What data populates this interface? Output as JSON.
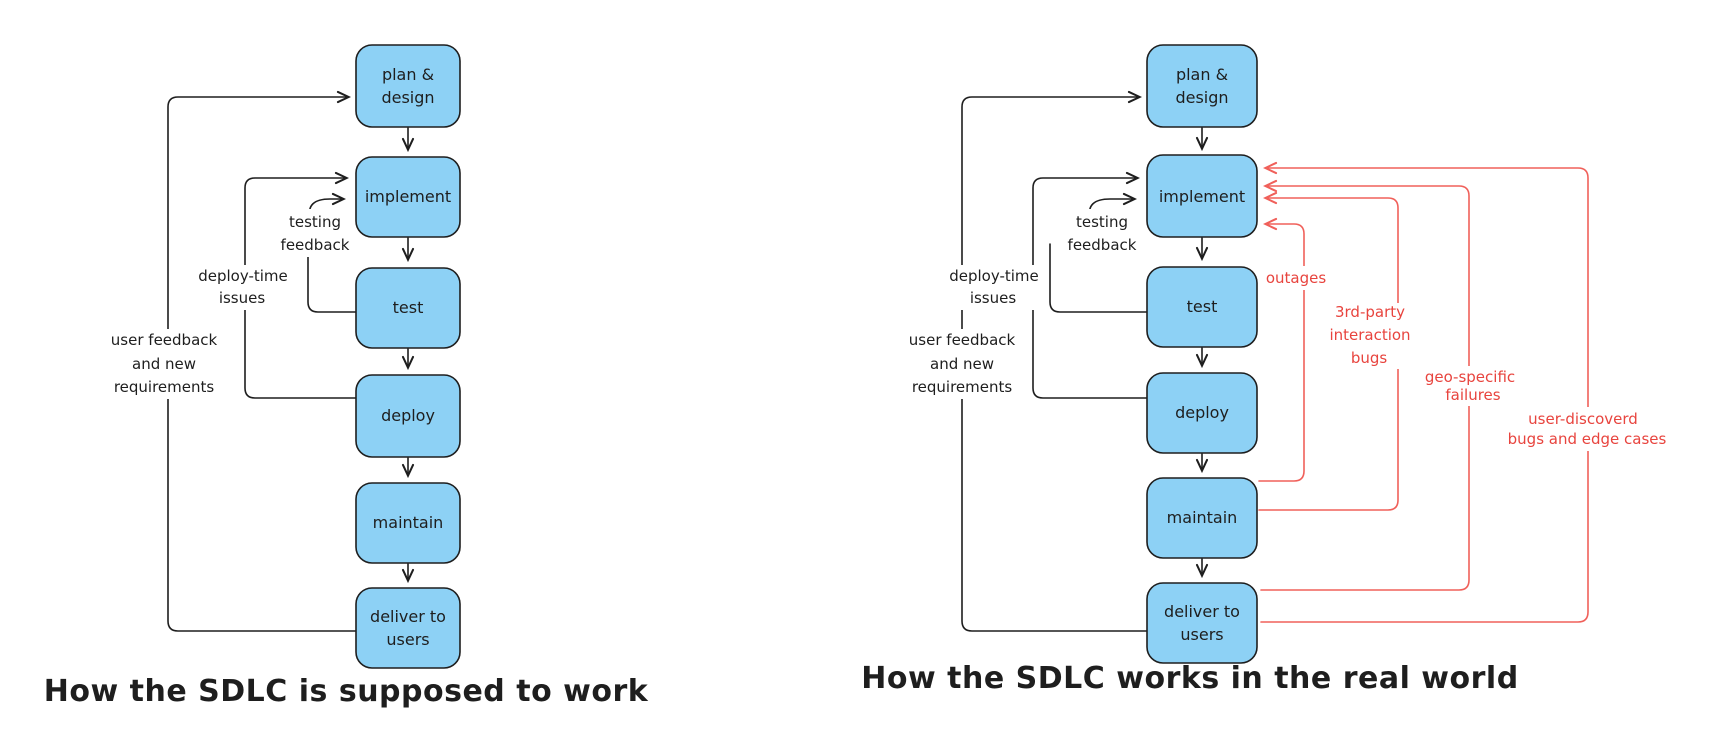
{
  "colors": {
    "background": "#ffffff",
    "node_fill": "#8dd1f5",
    "ink": "#1e1e1e",
    "red": "#e8443e",
    "red_line": "#f0605a"
  },
  "left": {
    "caption": "How the SDLC is supposed to work",
    "nodes": [
      {
        "id": "plan-design",
        "lines": [
          "plan &",
          "design"
        ]
      },
      {
        "id": "implement",
        "lines": [
          "implement"
        ]
      },
      {
        "id": "test",
        "lines": [
          "test"
        ]
      },
      {
        "id": "deploy",
        "lines": [
          "deploy"
        ]
      },
      {
        "id": "maintain",
        "lines": [
          "maintain"
        ]
      },
      {
        "id": "deliver-users",
        "lines": [
          "deliver to",
          "users"
        ]
      }
    ],
    "edge_labels": {
      "testing": [
        "testing",
        "feedback"
      ],
      "deploy_time": [
        "deploy-time",
        "issues"
      ],
      "user_feedback": [
        "user feedback",
        "and new",
        "requirements"
      ]
    }
  },
  "right": {
    "caption": "How the SDLC works in the real world",
    "nodes": [
      {
        "id": "plan-design",
        "lines": [
          "plan &",
          "design"
        ]
      },
      {
        "id": "implement",
        "lines": [
          "implement"
        ]
      },
      {
        "id": "test",
        "lines": [
          "test"
        ]
      },
      {
        "id": "deploy",
        "lines": [
          "deploy"
        ]
      },
      {
        "id": "maintain",
        "lines": [
          "maintain"
        ]
      },
      {
        "id": "deliver-users",
        "lines": [
          "deliver to",
          "users"
        ]
      }
    ],
    "edge_labels": {
      "testing": [
        "testing",
        "feedback"
      ],
      "deploy_time": [
        "deploy-time",
        "issues"
      ],
      "user_feedback": [
        "user feedback",
        "and new",
        "requirements"
      ]
    },
    "red_labels": {
      "outages": [
        "outages"
      ],
      "third_party": [
        "3rd-party",
        "interaction",
        "bugs"
      ],
      "geo_specific": [
        "geo-specific",
        "failures"
      ],
      "user_discovered": [
        "user-discoverd",
        "bugs and edge cases"
      ]
    }
  }
}
